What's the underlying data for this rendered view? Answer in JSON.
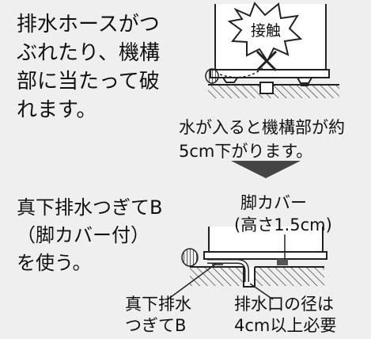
{
  "problem": {
    "lines": [
      "排水ホースがつ",
      "ぶれたり、機構",
      "部に当たって破",
      "れます。"
    ]
  },
  "contact_label": "接触",
  "sink_caption": {
    "lines": [
      "水が入ると機構部が約",
      "5cm下がります。"
    ]
  },
  "solution": {
    "lines": [
      "真下排水つぎてB",
      "（脚カバー付）",
      "を使う。"
    ]
  },
  "foot_cover_label": {
    "lines": [
      "脚カバー",
      "(高さ1.5cm)"
    ]
  },
  "elbow_label": {
    "lines": [
      "真下排水",
      "つぎてB"
    ]
  },
  "outlet_label": {
    "lines": [
      "排水口の径は",
      "4cm以上必要"
    ]
  }
}
